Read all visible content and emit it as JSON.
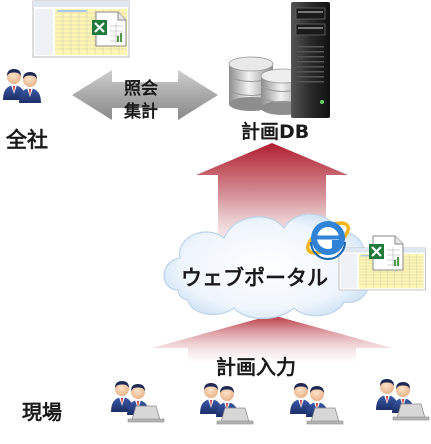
{
  "labels": {
    "company": "全社",
    "inquiry_line1": "照会",
    "inquiry_line2": "集計",
    "plan_db": "計画DB",
    "portal": "ウェブポータル",
    "plan_input": "計画入力",
    "field": "現場"
  },
  "icons": {
    "excel_sheet": "excel-spreadsheet-icon",
    "database": "database-cylinder-icon",
    "server": "server-tower-icon",
    "browser": "ie-browser-icon",
    "people": "user-pair-icon",
    "laptop_users": "laptop-user-pair-icon"
  },
  "colors": {
    "arrow_red": "#c0303a",
    "arrow_grey": "#9a9a9a",
    "cloud_blue": "#cfe3f5",
    "person_navy": "#2c3e7a"
  }
}
